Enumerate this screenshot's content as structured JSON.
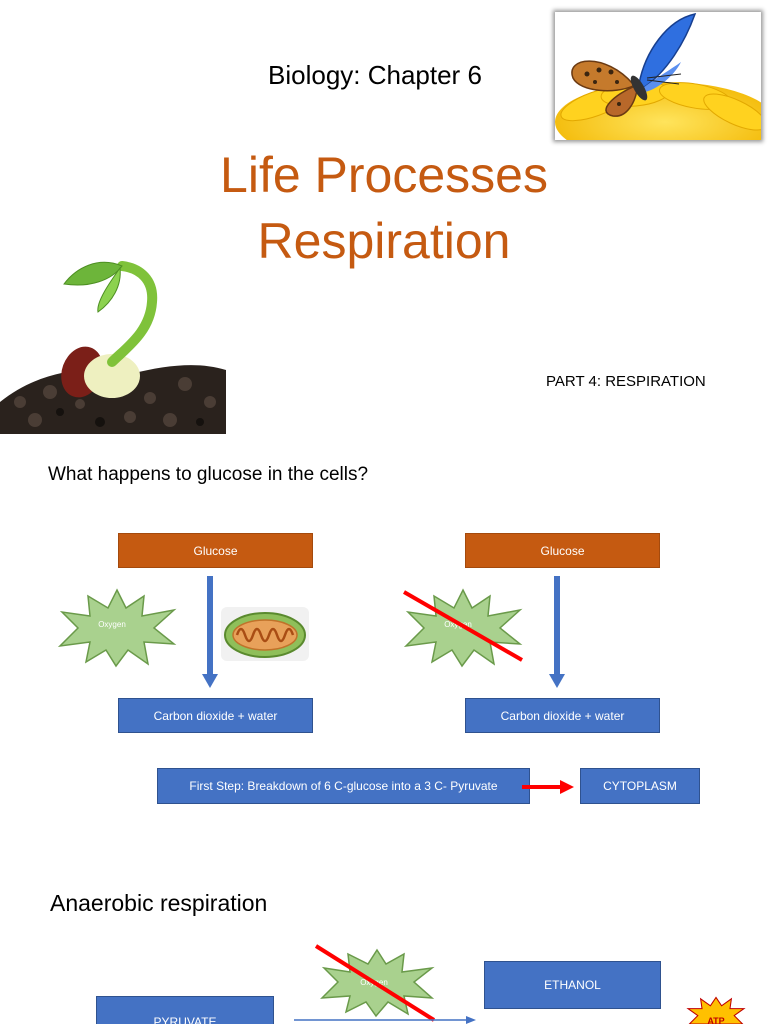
{
  "slide1": {
    "subtitle": "Biology: Chapter 6",
    "title_line1": "Life Processes",
    "title_line2": "Respiration",
    "part_label": "PART 4: RESPIRATION",
    "colors": {
      "title": "#c55a11"
    }
  },
  "slide2": {
    "question": "What happens to glucose in the cells?",
    "left": {
      "top_box": "Glucose",
      "bottom_box": "Carbon dioxide + water",
      "burst": "Oxygen"
    },
    "right": {
      "top_box": "Glucose",
      "bottom_box": "Carbon dioxide + water",
      "burst": "Oxygen"
    },
    "first_step": "First Step: Breakdown of 6 C-glucose into a 3 C- Pyruvate",
    "location": "CYTOPLASM",
    "colors": {
      "box_orange": "#c55a11",
      "box_blue": "#4472c4",
      "burst": "#a9d18e",
      "cross": "#ff0000"
    }
  },
  "slide3": {
    "heading": "Anaerobic respiration",
    "burst": "Oxygen",
    "product": "ETHANOL",
    "start": "PYRUVATE",
    "energy": "ATP"
  }
}
